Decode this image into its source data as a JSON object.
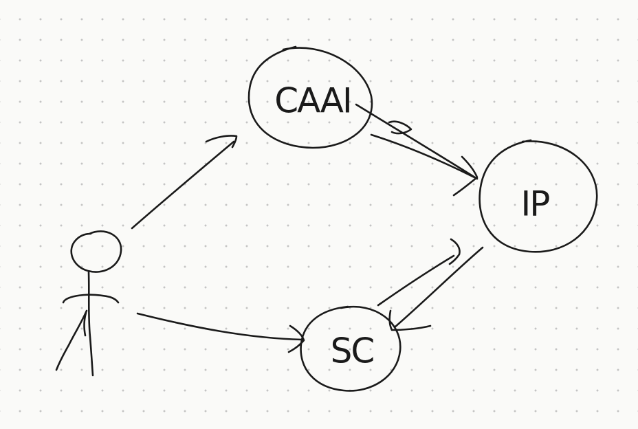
{
  "diagram": {
    "nodes": [
      {
        "id": "caai",
        "label": "CAAI"
      },
      {
        "id": "ip",
        "label": "IP"
      },
      {
        "id": "sc",
        "label": "SC"
      }
    ],
    "actor": {
      "id": "person",
      "label": ""
    },
    "edges": [
      {
        "from": "person",
        "to": "caai"
      },
      {
        "from": "person",
        "to": "sc"
      },
      {
        "from": "caai",
        "to": "ip"
      },
      {
        "from": "ip",
        "to": "sc"
      },
      {
        "from": "sc",
        "to": "ip"
      }
    ],
    "colors": {
      "ink": "#1a1a1a",
      "background": "#fafaf8",
      "grid_dot": "#c4c4c4"
    }
  }
}
